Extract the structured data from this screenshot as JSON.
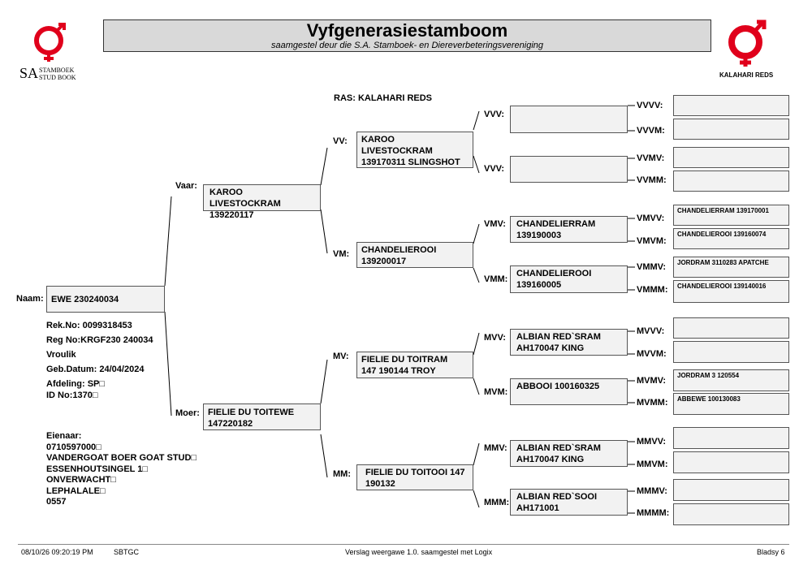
{
  "header": {
    "title": "Vyfgenerasiestamboom",
    "subtitle": "saamgestel deur die S.A. Stamboek- en Diereverbeteringsvereniging"
  },
  "logo_left": {
    "prefix": "SA",
    "line1": "STAMBOEK",
    "line2": "STUD BOOK",
    "color": "#e0001b"
  },
  "logo_right": {
    "caption": "KALAHARI REDS",
    "color": "#e0001b"
  },
  "breed": "RAS: KALAHARI REDS",
  "animal": {
    "name_label": "Naam:",
    "name": "EWE 230240034",
    "rek_no": "Rek.No: 0099318453",
    "reg_no": "Reg No:KRGF230 240034",
    "sex": "Vroulik",
    "birth_date": "Geb.Datum: 24/04/2024",
    "department": "Afdeling: SP□",
    "id_no": "ID No:1370□"
  },
  "owner": {
    "label": "Eienaar:",
    "lines": [
      "0710597000□",
      "VANDERGOAT BOER GOAT STUD□",
      "ESSENHOUTSINGEL 1□",
      "ONVERWACHT□",
      "LEPHALALE□",
      "0557"
    ]
  },
  "pedigree": {
    "vaar": {
      "label": "Vaar:",
      "name": "KAROO\nLIVESTOCKRAM\n139220117"
    },
    "moer": {
      "label": "Moer:",
      "name": "FIELIE DU TOITEWE\n147220182"
    },
    "vv": {
      "label": "VV:",
      "name": "KAROO\nLIVESTOCKRAM\n139170311 SLINGSHOT"
    },
    "vm": {
      "label": "VM:",
      "name": "CHANDELIEROOI\n139200017"
    },
    "mv": {
      "label": "MV:",
      "name": "FIELIE DU TOITRAM\n147 190144 TROY"
    },
    "mm": {
      "label": "MM:",
      "name": "FIELIE DU TOITOOI 147\n190132"
    },
    "vvv": {
      "label": "VVV:",
      "name": ""
    },
    "vvm": {
      "label": "VVV:",
      "name": ""
    },
    "vmv": {
      "label": "VMV:",
      "name": "CHANDELIERRAM\n139190003"
    },
    "vmm": {
      "label": "VMM:",
      "name": "CHANDELIEROOI\n139160005"
    },
    "mvv": {
      "label": "MVV:",
      "name": "ALBIAN RED`SRAM\nAH170047 KING"
    },
    "mvm": {
      "label": "MVM:",
      "name": "ABBOOI 100160325"
    },
    "mmv": {
      "label": "MMV:",
      "name": "ALBIAN RED`SRAM\nAH170047 KING"
    },
    "mmm": {
      "label": "MMM:",
      "name": "ALBIAN RED`SOOI\nAH171001"
    },
    "g5": [
      {
        "label": "VVVV:",
        "name": ""
      },
      {
        "label": "VVVM:",
        "name": ""
      },
      {
        "label": "VVMV:",
        "name": ""
      },
      {
        "label": "VVMM:",
        "name": ""
      },
      {
        "label": "VMVV:",
        "name": "CHANDELIERRAM 139170001"
      },
      {
        "label": "VMVM:",
        "name": "CHANDELIEROOI 139160074"
      },
      {
        "label": "VMMV:",
        "name": "JORDRAM 3110283 APATCHE"
      },
      {
        "label": "VMMM:",
        "name": "CHANDELIEROOI 139140016"
      },
      {
        "label": "MVVV:",
        "name": ""
      },
      {
        "label": "MVVM:",
        "name": ""
      },
      {
        "label": "MVMV:",
        "name": "JORDRAM 3 120554"
      },
      {
        "label": "MVMM:",
        "name": "ABBEWE 100130083"
      },
      {
        "label": "MMVV:",
        "name": ""
      },
      {
        "label": "MMVM:",
        "name": ""
      },
      {
        "label": "MMMV:",
        "name": ""
      },
      {
        "label": "MMMM:",
        "name": ""
      }
    ]
  },
  "footer": {
    "datetime": "08/10/26 09:20:19 PM",
    "code": "SBTGC",
    "report": "Verslag weergawe 1.0. saamgestel met Logix",
    "page": "Bladsy 6"
  }
}
